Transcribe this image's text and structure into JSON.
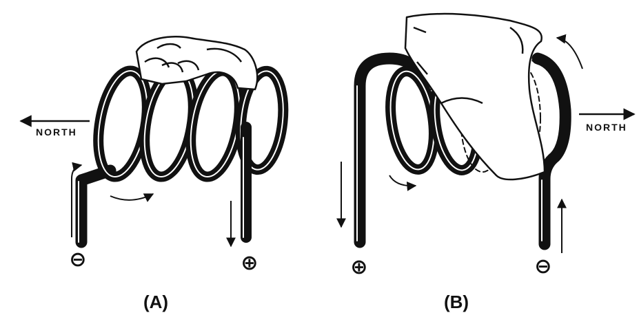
{
  "panels": [
    {
      "caption": "(A)",
      "direction_label": "NORTH",
      "left_terminal": "⊖",
      "right_terminal": "⊕"
    },
    {
      "caption": "(B)",
      "direction_label": "NORTH",
      "left_terminal": "⊕",
      "right_terminal": "⊖"
    }
  ],
  "colors": {
    "ink": "#111111",
    "paper": "#ffffff"
  }
}
